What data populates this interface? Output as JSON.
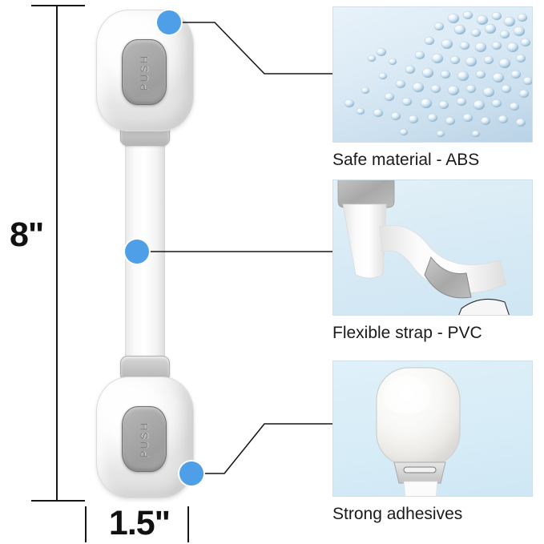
{
  "product": {
    "name": "child-safety-cabinet-lock",
    "button_label": "PUSH",
    "top_button_label": "PUSH",
    "bottom_button_label": "PUSH"
  },
  "dimensions": {
    "height_label": "8\"",
    "width_label": "1.5\""
  },
  "colors": {
    "callout_dot": "#4f9fe8",
    "panel_background": "#d9ebf6",
    "panel_border": "#cfe0ea",
    "line": "#171717",
    "text": "#1a1a1a"
  },
  "features": [
    {
      "id": "safe-material",
      "caption": "Safe material - ABS",
      "image_alt": "translucent ABS plastic pellets"
    },
    {
      "id": "flexible-strap",
      "caption": "Flexible strap - PVC",
      "image_alt": "white strap bent to show flexibility"
    },
    {
      "id": "strong-adhesives",
      "caption": "Strong adhesives",
      "image_alt": "back of lock showing adhesive pad"
    }
  ]
}
